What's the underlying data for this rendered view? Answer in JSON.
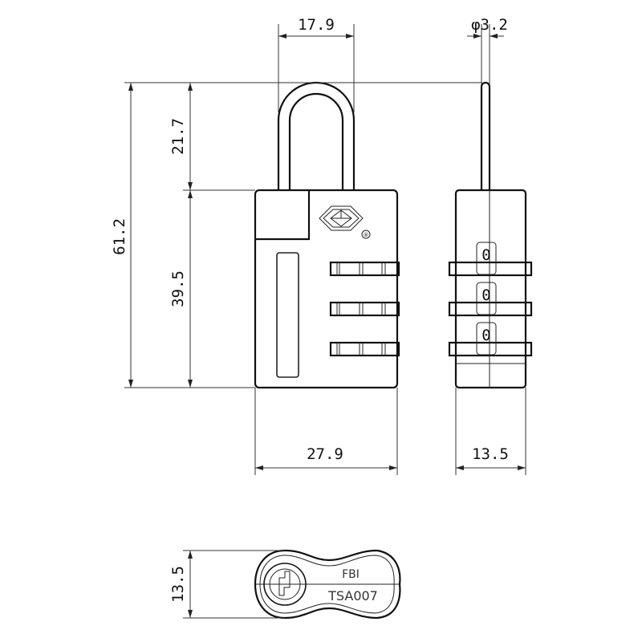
{
  "title": "TSA combination padlock dimension drawing",
  "dimensions": {
    "shackle_width": "17.9",
    "shackle_diameter": "φ3.2",
    "shackle_height": "21.7",
    "total_height": "61.2",
    "body_height": "39.5",
    "body_width": "27.9",
    "body_depth": "13.5",
    "bottom_depth": "13.5"
  },
  "side_view": {
    "dial_digits": [
      "0",
      "0",
      "0"
    ]
  },
  "bottom_view": {
    "marking_top": "FBI",
    "marking_bottom": "TSA007"
  },
  "registered_mark": "®",
  "colors": {
    "line": "#111111",
    "background": "#ffffff"
  }
}
